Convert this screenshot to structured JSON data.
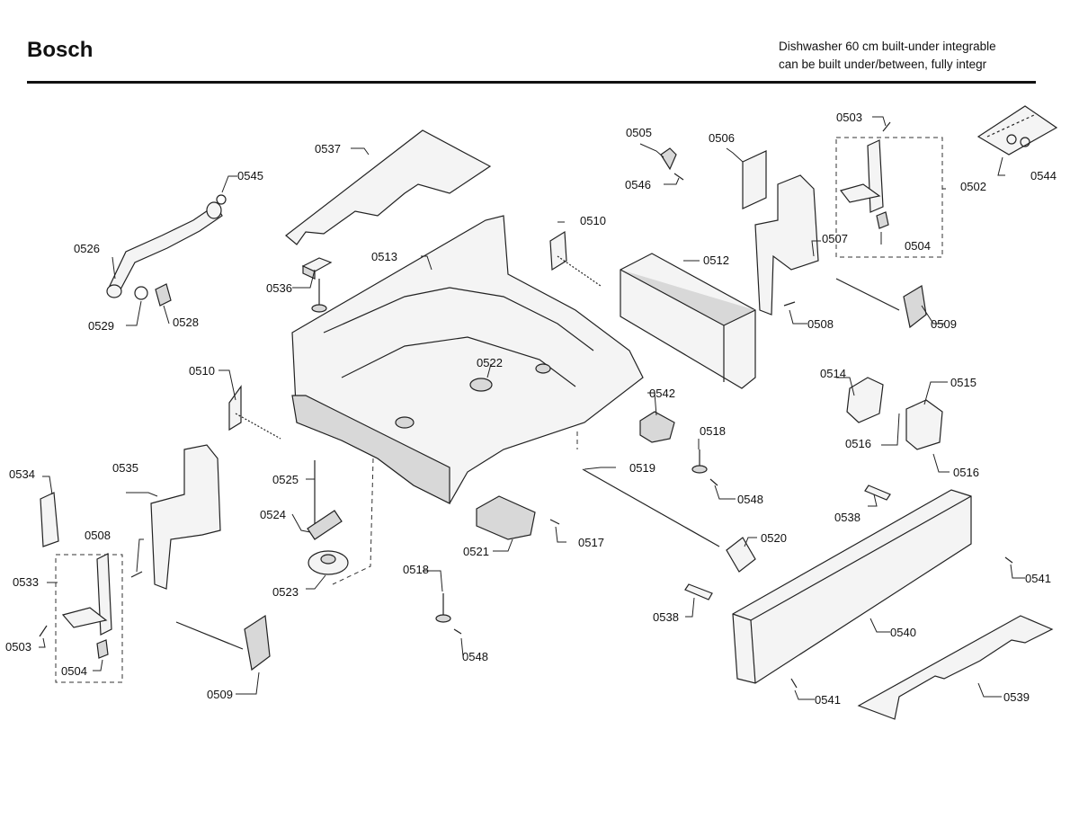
{
  "header": {
    "brand": "Bosch",
    "description_line1": "Dishwasher 60 cm built-under integrable",
    "description_line2": "can be built under/between, fully integr"
  },
  "labels": {
    "p0503a": "0503",
    "p0503b": "0503",
    "p0544": "0544",
    "p0502": "0502",
    "p0504a": "0504",
    "p0504b": "0504",
    "p0505": "0505",
    "p0506": "0506",
    "p0546": "0546",
    "p0537": "0537",
    "p0545": "0545",
    "p0510a": "0510",
    "p0510b": "0510",
    "p0526": "0526",
    "p0513": "0513",
    "p0512": "0512",
    "p0507": "0507",
    "p0536": "0536",
    "p0529": "0529",
    "p0528": "0528",
    "p0508a": "0508",
    "p0508b": "0508",
    "p0509a": "0509",
    "p0509b": "0509",
    "p0522": "0522",
    "p0514": "0514",
    "p0515": "0515",
    "p0542": "0542",
    "p0516a": "0516",
    "p0516b": "0516",
    "p0518a": "0518",
    "p0518b": "0518",
    "p0534": "0534",
    "p0535": "0535",
    "p0525": "0525",
    "p0519": "0519",
    "p0548a": "0548",
    "p0548b": "0548",
    "p0524": "0524",
    "p0538a": "0538",
    "p0538b": "0538",
    "p0520": "0520",
    "p0517": "0517",
    "p0521": "0521",
    "p0533": "0533",
    "p0523": "0523",
    "p0541a": "0541",
    "p0541b": "0541",
    "p0540": "0540",
    "p0539": "0539"
  },
  "colors": {
    "line": "#222222",
    "part_fill": "#f4f4f4",
    "shade": "#d8d8d8"
  }
}
